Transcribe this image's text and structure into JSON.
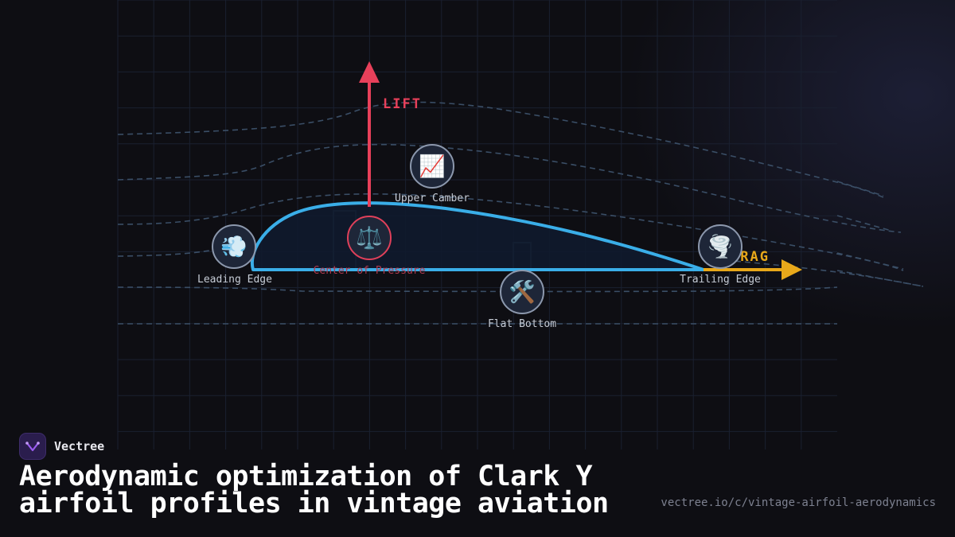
{
  "diagram": {
    "forces": {
      "lift": {
        "label": "LIFT",
        "color": "#e8405a"
      },
      "drag": {
        "label": "DRAG",
        "color": "#e8a81a"
      }
    },
    "nodes": {
      "leading_edge": {
        "label": "Leading Edge",
        "icon": "wind-icon",
        "glyph": "💨"
      },
      "center_of_pressure": {
        "label": "Center of Pressure",
        "icon": "balance-scale-icon",
        "glyph": "⚖️"
      },
      "upper_camber": {
        "label": "Upper Camber",
        "icon": "chart-increasing-icon",
        "glyph": "📈"
      },
      "flat_bottom": {
        "label": "Flat Bottom",
        "icon": "tools-icon",
        "glyph": "🛠️"
      },
      "trailing_edge": {
        "label": "Trailing Edge",
        "icon": "tornado-icon",
        "glyph": "🌪️"
      }
    },
    "colors": {
      "airfoil_outline": "#3aaee8",
      "airfoil_fill": "#0f1a2e",
      "streamline": "#3a4e66",
      "grid": "#1a2030"
    }
  },
  "footer": {
    "brand": "Vectree",
    "title_line1": "Aerodynamic optimization of Clark Y",
    "title_line2": "airfoil profiles in vintage aviation",
    "url": "vectree.io/c/vintage-airfoil-aerodynamics"
  }
}
